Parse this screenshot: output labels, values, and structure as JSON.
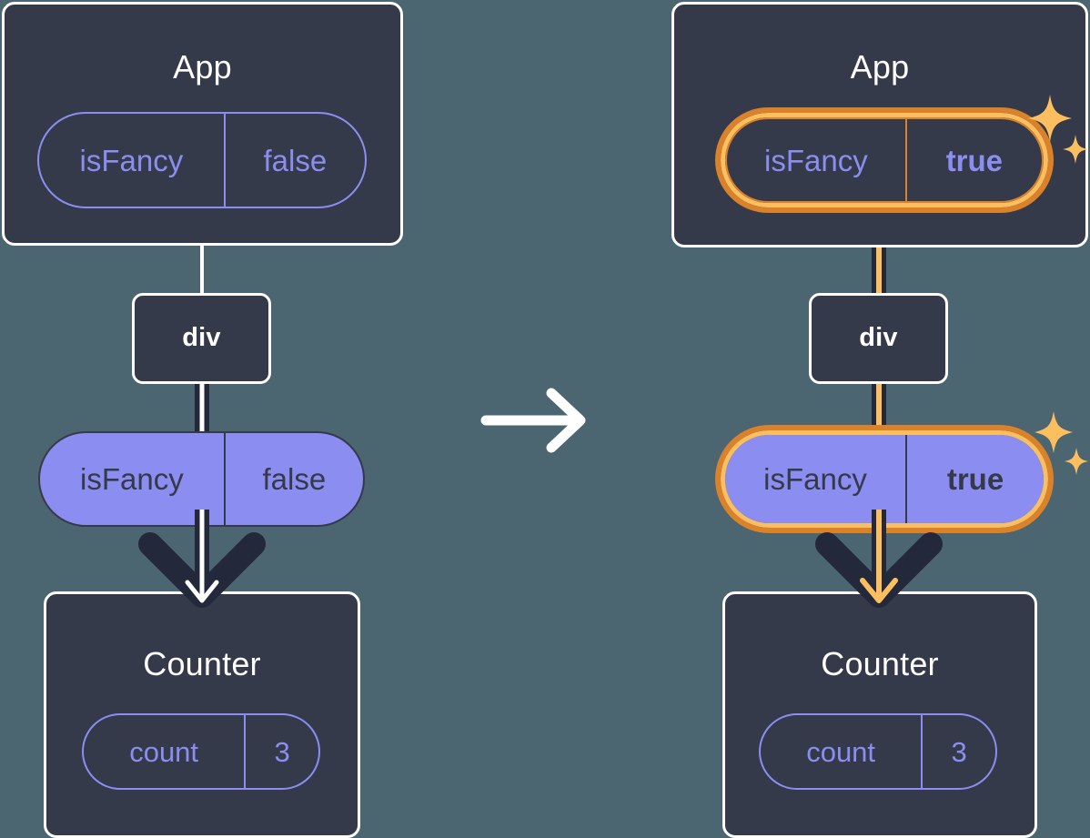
{
  "diagram": {
    "title": "React state propagation before and after toggling isFancy",
    "background_color": "#4b6571",
    "box_color": "#343a4a",
    "pill_fill_color": "#8b8df0",
    "pill_outline_color": "#8b8df0",
    "highlight_outer_color": "#d9822b",
    "highlight_inner_color": "#fbbf60",
    "wire_dark_color": "#23283a",
    "wire_light_color": "#ffffff"
  },
  "transition": {
    "icon": "arrow-right-icon",
    "glyph": "→"
  },
  "before": {
    "app": {
      "title": "App",
      "prop": {
        "name": "isFancy",
        "value": "false",
        "highlighted": false,
        "bold_value": false
      }
    },
    "div": {
      "title": "div"
    },
    "props_pill": {
      "name": "isFancy",
      "value": "false",
      "highlighted": false,
      "bold_value": false
    },
    "counter": {
      "title": "Counter",
      "state": {
        "name": "count",
        "value": "3"
      }
    },
    "sparkles": false
  },
  "after": {
    "app": {
      "title": "App",
      "prop": {
        "name": "isFancy",
        "value": "true",
        "highlighted": true,
        "bold_value": true
      }
    },
    "div": {
      "title": "div"
    },
    "props_pill": {
      "name": "isFancy",
      "value": "true",
      "highlighted": true,
      "bold_value": true
    },
    "counter": {
      "title": "Counter",
      "state": {
        "name": "count",
        "value": "3"
      }
    },
    "sparkles": true
  }
}
